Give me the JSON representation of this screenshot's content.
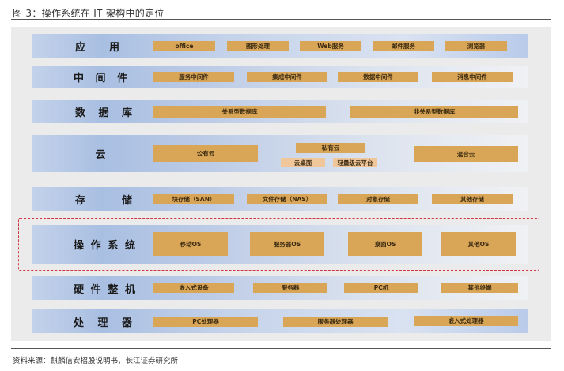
{
  "figure": {
    "title": "图 3：操作系统在 IT 架构中的定位",
    "source": "资料来源：麒麟信安招股说明书，长江证券研究所"
  },
  "highlight": {
    "layer": "操作系统",
    "border_color": "#d2323f",
    "style": "dashed"
  },
  "colors": {
    "chip": "#d9a557",
    "chip_light": "#f0c79a",
    "layer_gradient_start": "#a9bfe2",
    "panel_bg": "#ebebeb"
  },
  "layers": [
    {
      "name": "应用",
      "label_chars": [
        "应",
        "用"
      ],
      "items": [
        "office",
        "图形处理",
        "Web服务",
        "邮件服务",
        "浏览器"
      ]
    },
    {
      "name": "中间件",
      "label_chars": [
        "中",
        "间",
        "件"
      ],
      "items": [
        "服务中间件",
        "集成中间件",
        "数据中间件",
        "消息中间件"
      ]
    },
    {
      "name": "数据库",
      "label_chars": [
        "数",
        "据",
        "库"
      ],
      "items": [
        "关系型数据库",
        "非关系型数据库"
      ]
    },
    {
      "name": "云",
      "label_chars": [
        "云"
      ],
      "items": [
        "公有云",
        "私有云",
        "云桌面",
        "轻量级云平台",
        "混合云"
      ]
    },
    {
      "name": "存储",
      "label_chars": [
        "存",
        "储"
      ],
      "items": [
        "块存储（SAN）",
        "文件存储（NAS）",
        "对象存储",
        "其他存储"
      ]
    },
    {
      "name": "操作系统",
      "label_chars": [
        "操",
        "作",
        "系",
        "统"
      ],
      "items": [
        "移动OS",
        "服务器OS",
        "桌面OS",
        "其他OS"
      ]
    },
    {
      "name": "硬件整机",
      "label_chars": [
        "硬",
        "件",
        "整",
        "机"
      ],
      "items": [
        "嵌入式设备",
        "服务器",
        "PC机",
        "其他终端"
      ]
    },
    {
      "name": "处理器",
      "label_chars": [
        "处",
        "理",
        "器"
      ],
      "items": [
        "PC处理器",
        "服务器处理器",
        "嵌入式处理器"
      ]
    }
  ]
}
